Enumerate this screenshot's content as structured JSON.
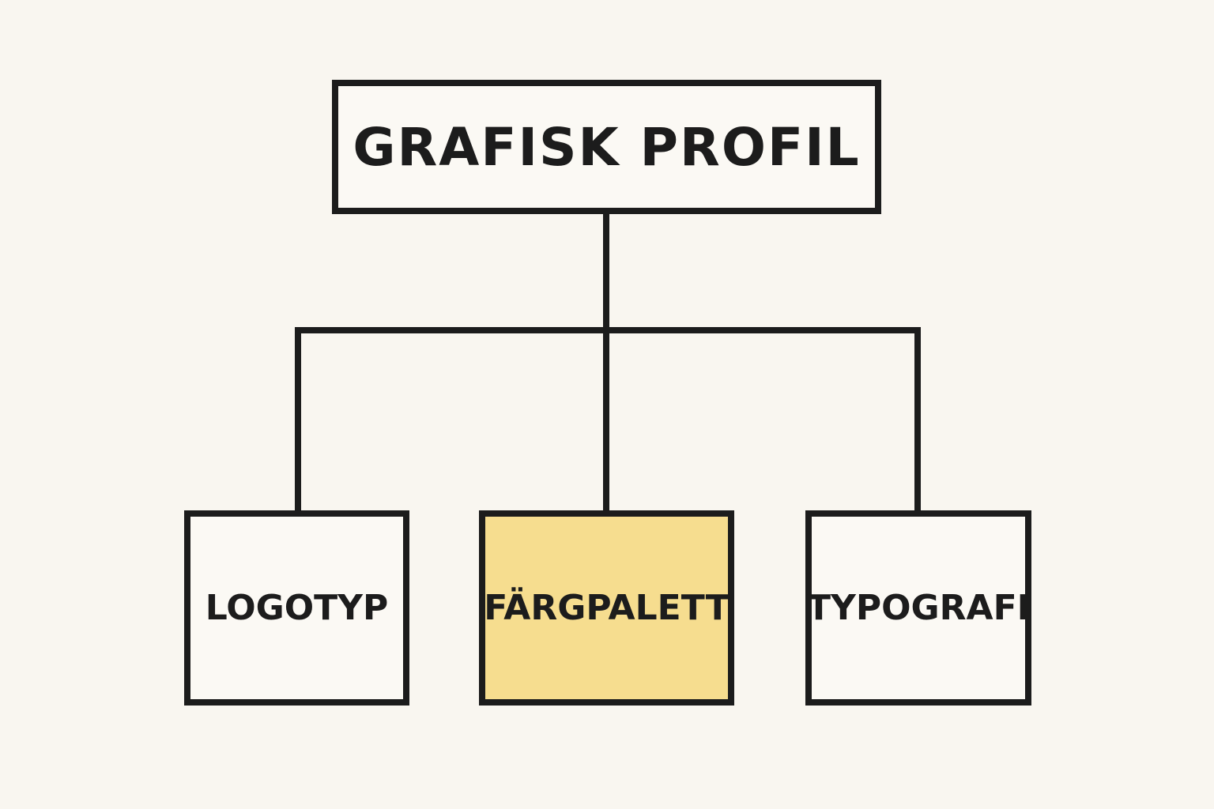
{
  "diagram": {
    "root": {
      "label": "GRAFISK PROFIL"
    },
    "children": [
      {
        "label": "LOGOTYP",
        "highlighted": false
      },
      {
        "label": "FÄRGPALETT",
        "highlighted": true
      },
      {
        "label": "TYPOGRAFI",
        "highlighted": false
      }
    ],
    "colors": {
      "background": "#f9f6f0",
      "line": "#1c1c1c",
      "box_fill": "#fbf9f4",
      "highlight_fill": "#f6dd8f"
    }
  }
}
